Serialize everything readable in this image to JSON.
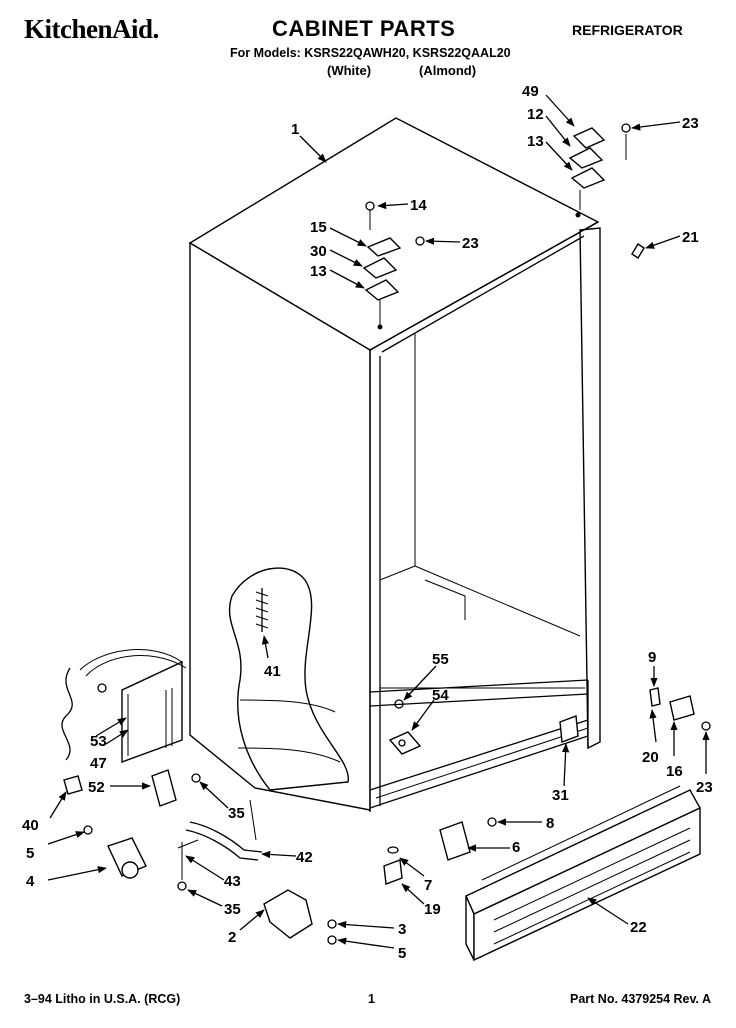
{
  "header": {
    "brand": "KitchenAid.",
    "title": "CABINET PARTS",
    "category": "REFRIGERATOR",
    "models_line": "For Models: KSRS22QAWH20, KSRS22QAAL20",
    "variant_white": "(White)",
    "variant_almond": "(Almond)"
  },
  "callouts": [
    {
      "id": "c1",
      "label": "1"
    },
    {
      "id": "c49",
      "label": "49"
    },
    {
      "id": "c12",
      "label": "12"
    },
    {
      "id": "c13a",
      "label": "13"
    },
    {
      "id": "c23a",
      "label": "23"
    },
    {
      "id": "c14",
      "label": "14"
    },
    {
      "id": "c15",
      "label": "15"
    },
    {
      "id": "c30",
      "label": "30"
    },
    {
      "id": "c13b",
      "label": "13"
    },
    {
      "id": "c23b",
      "label": "23"
    },
    {
      "id": "c21",
      "label": "21"
    },
    {
      "id": "c41",
      "label": "41"
    },
    {
      "id": "c55",
      "label": "55"
    },
    {
      "id": "c54",
      "label": "54"
    },
    {
      "id": "c9",
      "label": "9"
    },
    {
      "id": "c20",
      "label": "20"
    },
    {
      "id": "c16",
      "label": "16"
    },
    {
      "id": "c23c",
      "label": "23"
    },
    {
      "id": "c31",
      "label": "31"
    },
    {
      "id": "c53",
      "label": "53"
    },
    {
      "id": "c47",
      "label": "47"
    },
    {
      "id": "c52",
      "label": "52"
    },
    {
      "id": "c40",
      "label": "40"
    },
    {
      "id": "c35a",
      "label": "35"
    },
    {
      "id": "c5a",
      "label": "5"
    },
    {
      "id": "c4",
      "label": "4"
    },
    {
      "id": "c43",
      "label": "43"
    },
    {
      "id": "c42",
      "label": "42"
    },
    {
      "id": "c35b",
      "label": "35"
    },
    {
      "id": "c2",
      "label": "2"
    },
    {
      "id": "c3",
      "label": "3"
    },
    {
      "id": "c5b",
      "label": "5"
    },
    {
      "id": "c8",
      "label": "8"
    },
    {
      "id": "c6",
      "label": "6"
    },
    {
      "id": "c7",
      "label": "7"
    },
    {
      "id": "c19",
      "label": "19"
    },
    {
      "id": "c22",
      "label": "22"
    }
  ],
  "footer": {
    "litho": "3–94 Litho in U.S.A. (RCG)",
    "page": "1",
    "part_no": "Part No. 4379254 Rev. A"
  }
}
